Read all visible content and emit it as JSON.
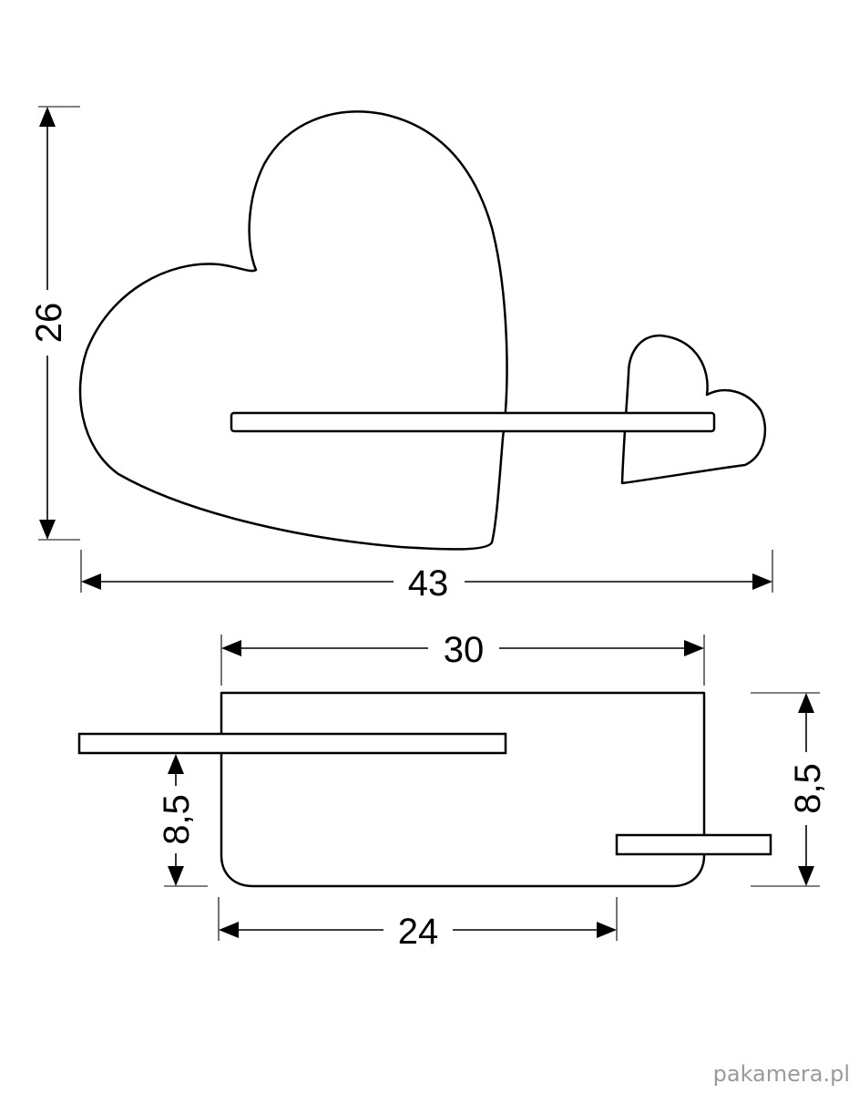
{
  "dimensions": {
    "overall_height": "26",
    "overall_width": "43",
    "top_width": "30",
    "left_shelf_depth": "8,5",
    "right_depth": "8,5",
    "bottom_width": "24"
  },
  "watermark": "pakamera.pl",
  "colors": {
    "line": "#000000",
    "background": "#ffffff",
    "watermark": "#9a9a9a"
  }
}
